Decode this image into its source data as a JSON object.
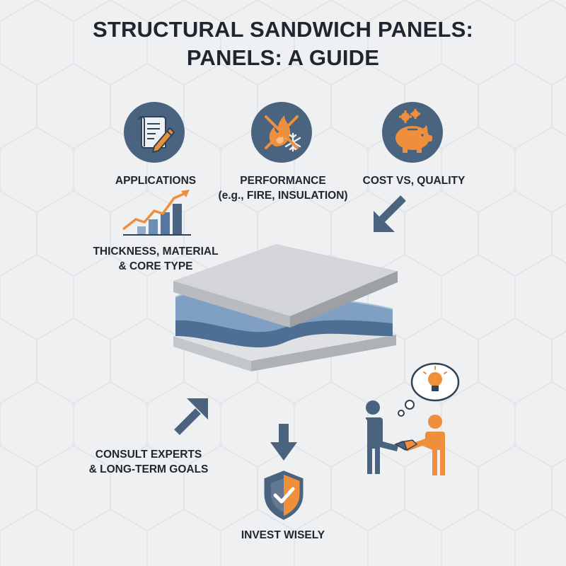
{
  "title": {
    "line1": "STRUCTURAL SANDWICH PANELS:",
    "line2": "PANELS: A GUIDE"
  },
  "labels": {
    "applications": "APPLICATIONS",
    "performance_line1": "PERFORMANCE",
    "performance_line2": "(e.g., FIRE, INSULATION)",
    "cost_quality": "COST VS, QUALITY",
    "thickness_line1": "THICKNESS, MATERIAL",
    "thickness_line2": "& CORE TYPE",
    "consult_line1": "CONSULT EXPERTS",
    "consult_line2": "& LONG-TERM GOALS",
    "invest": "INVEST WISELY"
  },
  "colors": {
    "navy": "#4a6480",
    "orange": "#ef8f3c",
    "panel_gray": "#d3d5d8",
    "core_blue": "#6d8fb3",
    "text": "#1f2630"
  },
  "icons": {
    "applications": "document-pencil-icon",
    "performance": "fire-snowflake-crossed-icon",
    "cost": "piggy-bank-gears-icon",
    "chart": "rising-bar-chart-icon",
    "panel": "sandwich-panel-illustration",
    "handshake": "handshake-people-icon",
    "idea": "lightbulb-thought-icon",
    "shield": "shield-check-icon",
    "arrows": "arrow-icon"
  }
}
